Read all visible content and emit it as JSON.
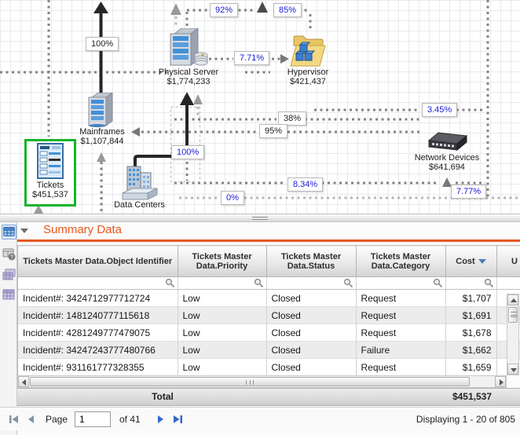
{
  "diagram": {
    "nodes": [
      {
        "label": "Tickets",
        "value": "$451,537"
      },
      {
        "label": "Mainframes",
        "value": "$1,107,844"
      },
      {
        "label": "Data Centers",
        "value": ""
      },
      {
        "label": "Physical Server",
        "value": "$1,774,233"
      },
      {
        "label": "Hypervisor",
        "value": "$421,437"
      },
      {
        "label": "Network Devices",
        "value": "$641,694"
      }
    ],
    "edge_labels": [
      {
        "text": "92%"
      },
      {
        "text": "85%"
      },
      {
        "text": "100%"
      },
      {
        "text": "7.71%"
      },
      {
        "text": "3.45%"
      },
      {
        "text": "38%"
      },
      {
        "text": "95%"
      },
      {
        "text": "100%"
      },
      {
        "text": "8.34%"
      },
      {
        "text": "0%"
      },
      {
        "text": "7.77%"
      }
    ]
  },
  "summary": {
    "title": "Summary Data",
    "columns": [
      "Tickets Master Data.Object Identifier",
      "Tickets Master Data.Priority",
      "Tickets Master Data.Status",
      "Tickets Master Data.Category",
      "Cost",
      "U"
    ],
    "rows": [
      [
        "Incident#: 3424712977712724",
        "Low",
        "Closed",
        "Request",
        "$1,707"
      ],
      [
        "Incident#: 1481240777115618",
        "Low",
        "Closed",
        "Request",
        "$1,691"
      ],
      [
        "Incident#: 4281249777479075",
        "Low",
        "Closed",
        "Request",
        "$1,678"
      ],
      [
        "Incident#: 34247243777480766",
        "Low",
        "Closed",
        "Failure",
        "$1,662"
      ],
      [
        "Incident#: 931161777328355",
        "Low",
        "Closed",
        "Request",
        "$1,659"
      ]
    ],
    "total_label": "Total",
    "total_value": "$451,537",
    "pager": {
      "page_label": "Page",
      "page_value": "1",
      "of_label": "of 41",
      "displaying": "Displaying 1 - 20 of 805"
    }
  },
  "colors": {
    "accent_orange": "#e8571f",
    "selection_green": "#17b32b",
    "edge_blue": "#1b1bd8"
  }
}
